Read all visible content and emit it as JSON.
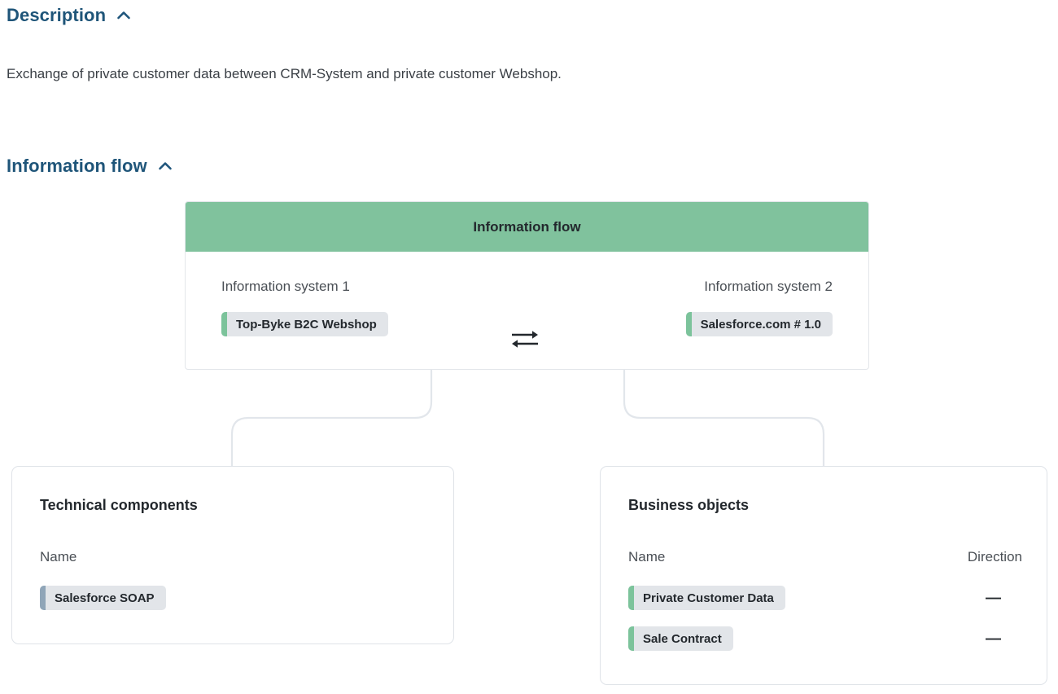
{
  "sections": [
    {
      "id": "description",
      "title": "Description",
      "toggle_icon": "chevron-up-icon",
      "expanded": true
    },
    {
      "id": "information-flow",
      "title": "Information flow",
      "toggle_icon": "chevron-up-icon",
      "expanded": true
    }
  ],
  "description": {
    "text": "Exchange of private customer data between CRM-System and private customer Webshop."
  },
  "information_flow": {
    "header_title": "Information flow",
    "exchange_icon": "bidirectional-exchange-arrows-icon",
    "system_1": {
      "label": "Information system 1",
      "chip": {
        "text": "Top-Byke B2C Webshop",
        "accent": "#7cc39b"
      }
    },
    "system_2": {
      "label": "Information system 2",
      "chip": {
        "text": "Salesforce.com # 1.0",
        "accent": "#7cc39b"
      }
    }
  },
  "technical_components": {
    "title": "Technical components",
    "columns": [
      "Name"
    ],
    "rows": [
      {
        "name": "Salesforce SOAP",
        "accent": "#8fa5b8"
      }
    ]
  },
  "business_objects": {
    "title": "Business objects",
    "columns": [
      "Name",
      "Direction"
    ],
    "rows": [
      {
        "name": "Private Customer Data",
        "direction": "—",
        "accent": "#7cc39b"
      },
      {
        "name": "Sale Contract",
        "direction": "—",
        "accent": "#7cc39b"
      }
    ]
  },
  "colors": {
    "heading": "#1f5579",
    "flow_header_green": "#80c29d",
    "chip_background": "#e2e5e9",
    "chip_accent_green": "#7cc39b",
    "chip_accent_blue": "#8fa5b8",
    "connector_line": "#e2e6eb",
    "card_border": "#dfe3e8"
  }
}
